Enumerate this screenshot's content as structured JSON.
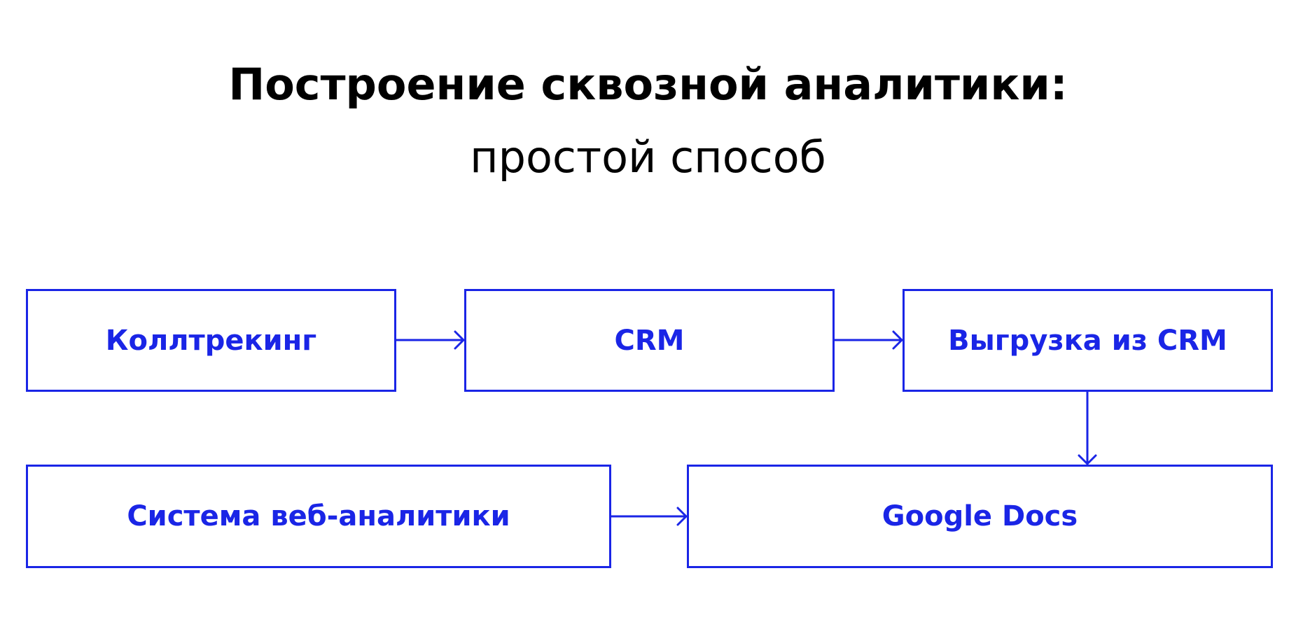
{
  "title": "Построение сквозной аналитики:",
  "subtitle": "простой способ",
  "colors": {
    "accent": "#1a25e6",
    "text": "#000000",
    "background": "#ffffff"
  },
  "nodes": [
    {
      "id": "calltracking",
      "label": "Коллтрекинг"
    },
    {
      "id": "crm",
      "label": "CRM"
    },
    {
      "id": "export",
      "label": "Выгрузка из CRM"
    },
    {
      "id": "webanalytics",
      "label": "Система веб-аналитики"
    },
    {
      "id": "gdocs",
      "label": "Google Docs"
    }
  ],
  "edges": [
    {
      "from": "calltracking",
      "to": "crm"
    },
    {
      "from": "crm",
      "to": "export"
    },
    {
      "from": "export",
      "to": "gdocs"
    },
    {
      "from": "webanalytics",
      "to": "gdocs"
    }
  ]
}
